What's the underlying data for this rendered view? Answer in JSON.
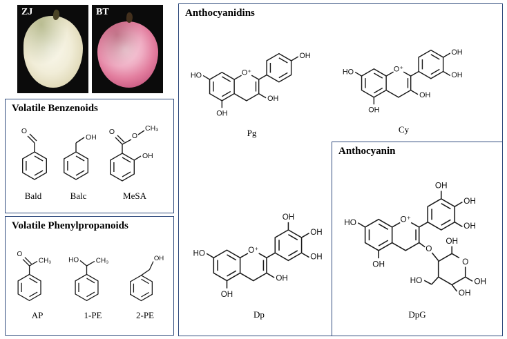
{
  "photos": [
    {
      "label": "ZJ"
    },
    {
      "label": "BT"
    }
  ],
  "sections": {
    "benzenoids": {
      "title": "Volatile Benzenoids"
    },
    "phenylpropanoids": {
      "title": "Volatile Phenylpropanoids"
    },
    "anthocyanidins": {
      "title": "Anthocyanidins"
    },
    "anthocyanin": {
      "title": "Anthocyanin"
    }
  },
  "structures": {
    "bald": {
      "caption": "Bald",
      "atoms": [
        "O"
      ]
    },
    "balc": {
      "caption": "Balc",
      "atoms": [
        "OH"
      ]
    },
    "mesa": {
      "caption": "MeSA",
      "atoms": [
        "O",
        "O",
        "CH₃",
        "OH"
      ]
    },
    "ap": {
      "caption": "AP",
      "atoms": [
        "O",
        "CH₃"
      ]
    },
    "pe1": {
      "caption": "1-PE",
      "atoms": [
        "HO",
        "CH₃"
      ]
    },
    "pe2": {
      "caption": "2-PE",
      "atoms": [
        "OH"
      ]
    },
    "pg": {
      "caption": "Pg",
      "atoms": [
        "HO",
        "O⁺",
        "OH",
        "OH",
        "OH"
      ]
    },
    "cy": {
      "caption": "Cy",
      "atoms": [
        "HO",
        "O⁺",
        "OH",
        "OH",
        "OH",
        "OH"
      ]
    },
    "dp": {
      "caption": "Dp",
      "atoms": [
        "HO",
        "O⁺",
        "OH",
        "OH",
        "OH",
        "OH",
        "OH"
      ]
    },
    "dpg": {
      "caption": "DpG",
      "atoms": [
        "HO",
        "O⁺",
        "OH",
        "O",
        "OH",
        "OH",
        "OH",
        "O",
        "OH",
        "OH",
        "OH",
        "HO"
      ]
    }
  },
  "colors": {
    "box_border": "#2e4a7c",
    "photo_background": "#0b0b0b"
  }
}
